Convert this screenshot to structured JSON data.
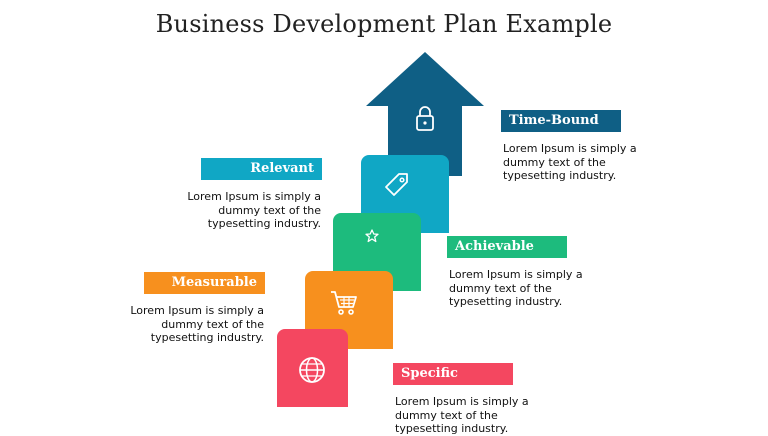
{
  "title": "Business Development Plan Example",
  "colors": {
    "time_bound": "#0f5f85",
    "relevant": "#10a7c5",
    "achievable": "#1dbb7d",
    "measurable": "#f7901e",
    "specific": "#f44760"
  },
  "steps": {
    "time_bound": {
      "label": "Time-Bound",
      "icon": "lock-icon",
      "text": [
        "Lorem Ipsum is simply a",
        "dummy text of the",
        "typesetting industry."
      ]
    },
    "relevant": {
      "label": "Relevant",
      "icon": "tag-icon",
      "text": [
        "Lorem Ipsum is simply a",
        "dummy text of the",
        "typesetting industry."
      ]
    },
    "achievable": {
      "label": "Achievable",
      "icon": "star-icon",
      "text": [
        "Lorem Ipsum is simply a",
        "dummy text of the",
        "typesetting industry."
      ]
    },
    "measurable": {
      "label": "Measurable",
      "icon": "shopping-cart-icon",
      "text": [
        "Lorem Ipsum is simply a",
        "dummy text of the",
        "typesetting industry."
      ]
    },
    "specific": {
      "label": "Specific",
      "icon": "globe-icon",
      "text": [
        "Lorem Ipsum is simply a",
        "dummy text of the",
        "typesetting industry."
      ]
    }
  }
}
